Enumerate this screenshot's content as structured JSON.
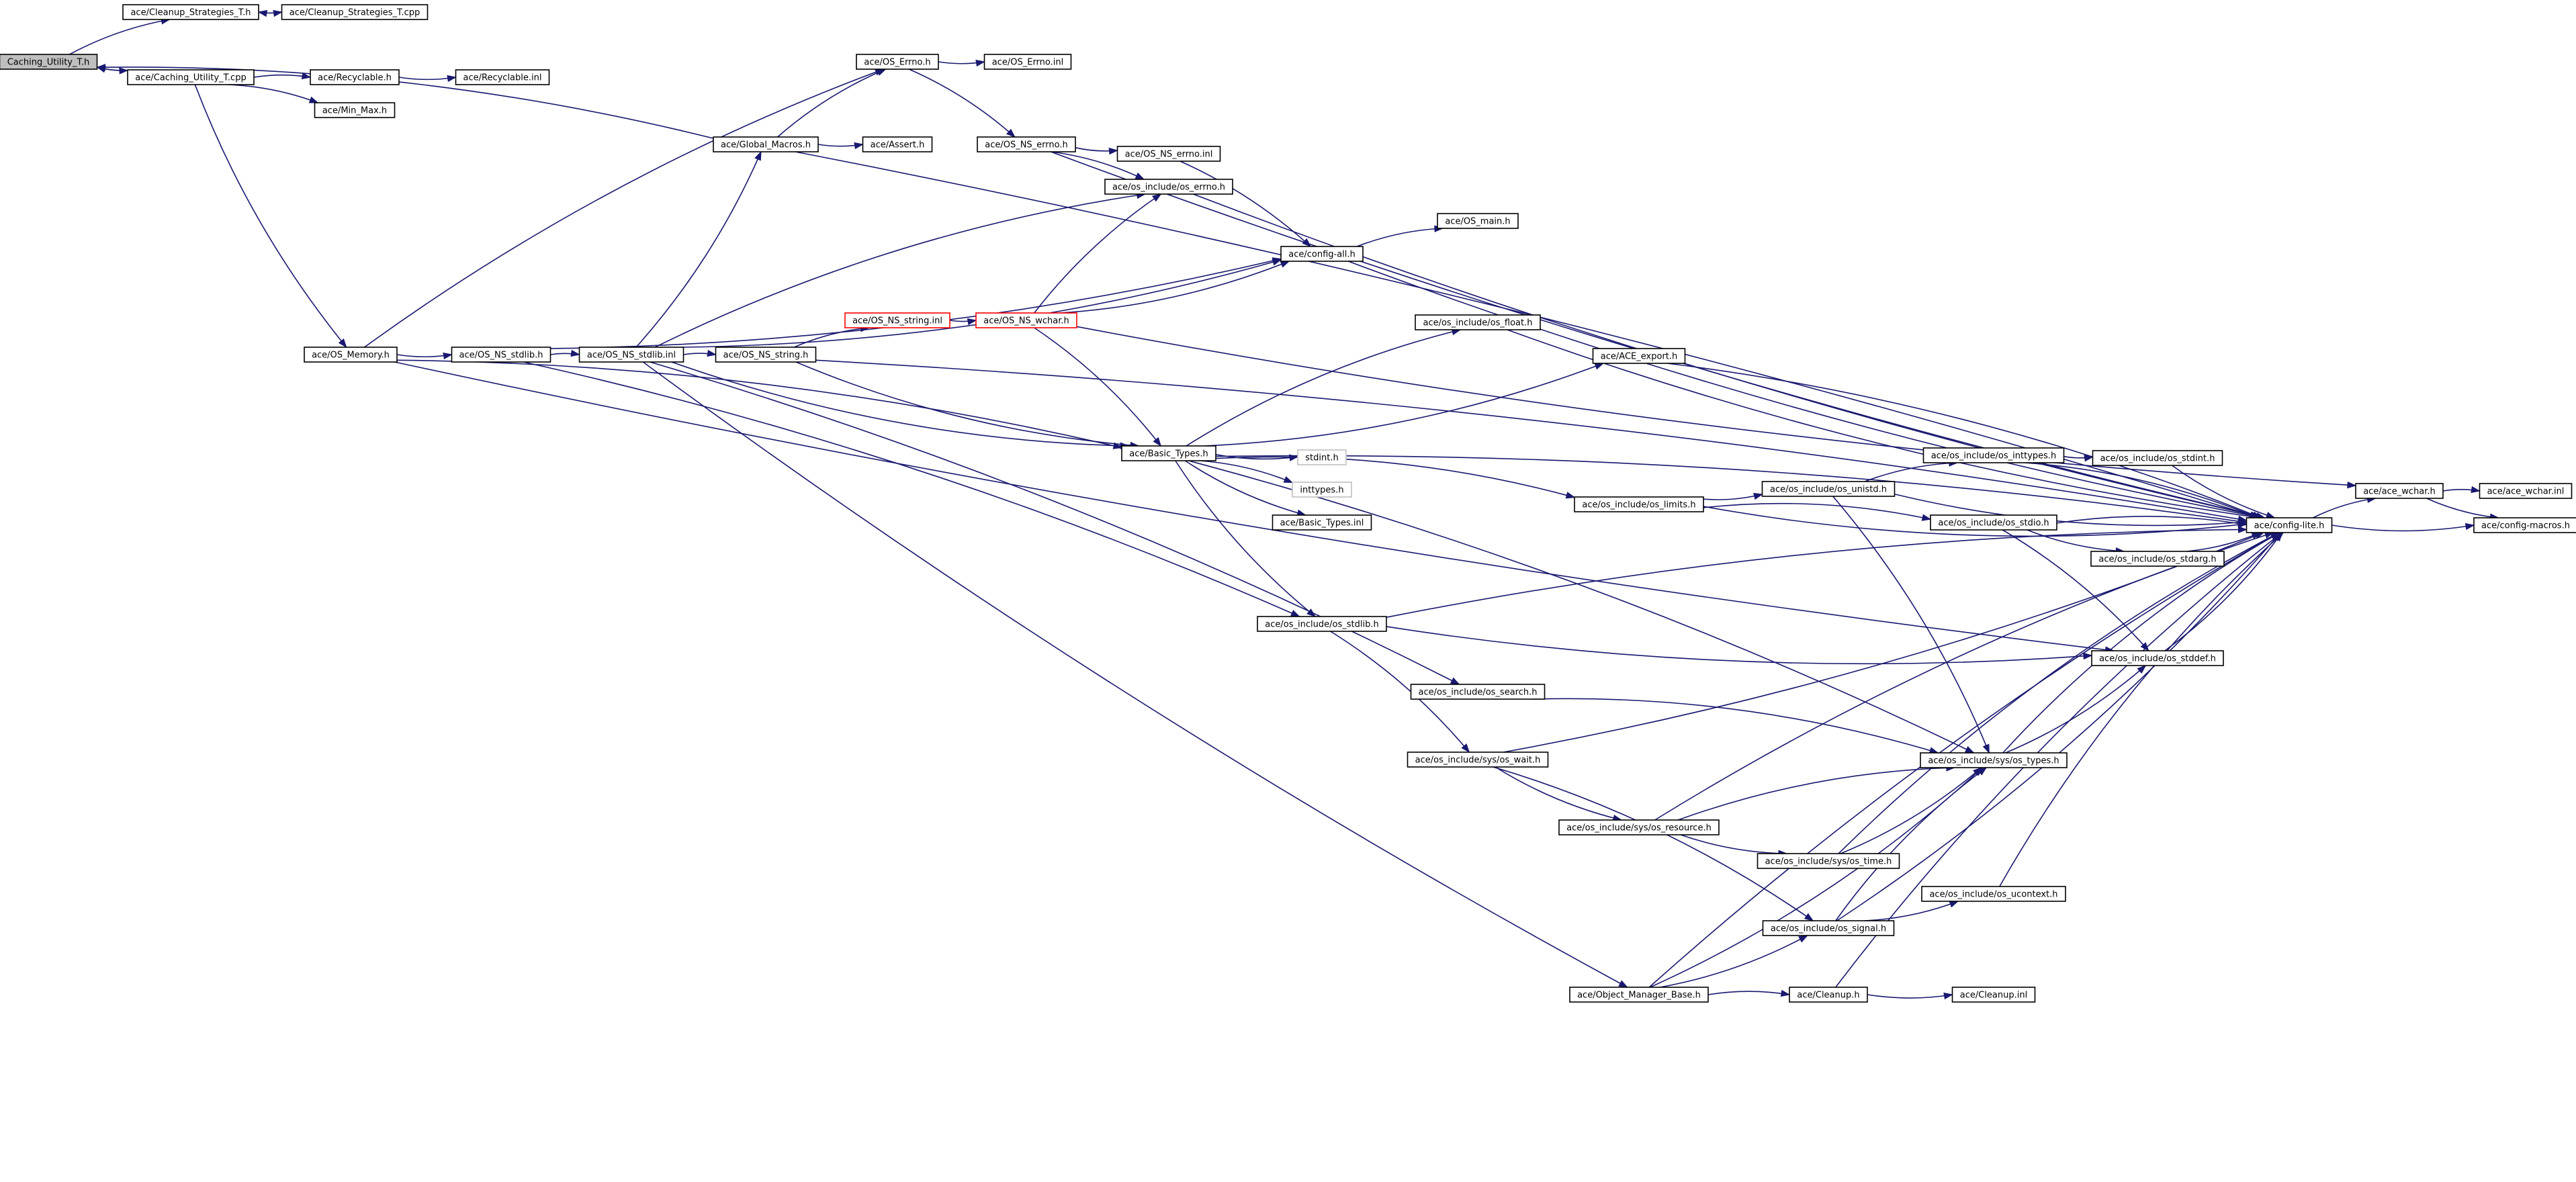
{
  "graph": {
    "nodes": [
      {
        "id": "caching_utility_t_h",
        "label": "Caching_Utility_T.h",
        "style": "root"
      },
      {
        "id": "cleanup_strategies_t_h",
        "label": "ace/Cleanup_Strategies_T.h"
      },
      {
        "id": "cleanup_strategies_t_cpp",
        "label": "ace/Cleanup_Strategies_T.cpp"
      },
      {
        "id": "caching_utility_t_cpp",
        "label": "ace/Caching_Utility_T.cpp"
      },
      {
        "id": "recyclable_h",
        "label": "ace/Recyclable.h"
      },
      {
        "id": "recyclable_inl",
        "label": "ace/Recyclable.inl"
      },
      {
        "id": "min_max_h",
        "label": "ace/Min_Max.h"
      },
      {
        "id": "os_errno_h",
        "label": "ace/OS_Errno.h"
      },
      {
        "id": "os_errno_inl",
        "label": "ace/OS_Errno.inl"
      },
      {
        "id": "global_macros_h",
        "label": "ace/Global_Macros.h"
      },
      {
        "id": "assert_h",
        "label": "ace/Assert.h"
      },
      {
        "id": "os_ns_errno_h",
        "label": "ace/OS_NS_errno.h"
      },
      {
        "id": "os_ns_errno_inl",
        "label": "ace/OS_NS_errno.inl"
      },
      {
        "id": "os_include_os_errno_h",
        "label": "ace/os_include/os_errno.h"
      },
      {
        "id": "os_main_h",
        "label": "ace/OS_main.h"
      },
      {
        "id": "config_all_h",
        "label": "ace/config-all.h"
      },
      {
        "id": "os_ns_string_inl",
        "label": "ace/OS_NS_string.inl",
        "style": "red"
      },
      {
        "id": "os_ns_wchar_h",
        "label": "ace/OS_NS_wchar.h",
        "style": "red"
      },
      {
        "id": "os_include_os_float_h",
        "label": "ace/os_include/os_float.h"
      },
      {
        "id": "ace_export_h",
        "label": "ace/ACE_export.h"
      },
      {
        "id": "os_memory_h",
        "label": "ace/OS_Memory.h"
      },
      {
        "id": "os_ns_stdlib_h",
        "label": "ace/OS_NS_stdlib.h"
      },
      {
        "id": "os_ns_stdlib_inl",
        "label": "ace/OS_NS_stdlib.inl"
      },
      {
        "id": "os_ns_string_h",
        "label": "ace/OS_NS_string.h"
      },
      {
        "id": "basic_types_h",
        "label": "ace/Basic_Types.h"
      },
      {
        "id": "stdint_h",
        "label": "stdint.h",
        "style": "dim"
      },
      {
        "id": "inttypes_h",
        "label": "inttypes.h",
        "style": "dim"
      },
      {
        "id": "basic_types_inl",
        "label": "ace/Basic_Types.inl"
      },
      {
        "id": "os_include_os_inttypes_h",
        "label": "ace/os_include/os_inttypes.h"
      },
      {
        "id": "os_include_os_stdint_h",
        "label": "ace/os_include/os_stdint.h"
      },
      {
        "id": "os_include_os_limits_h",
        "label": "ace/os_include/os_limits.h"
      },
      {
        "id": "os_include_os_unistd_h",
        "label": "ace/os_include/os_unistd.h"
      },
      {
        "id": "os_include_os_stdio_h",
        "label": "ace/os_include/os_stdio.h"
      },
      {
        "id": "os_include_os_stdarg_h",
        "label": "ace/os_include/os_stdarg.h"
      },
      {
        "id": "config_lite_h",
        "label": "ace/config-lite.h"
      },
      {
        "id": "ace_wchar_h",
        "label": "ace/ace_wchar.h"
      },
      {
        "id": "ace_wchar_inl",
        "label": "ace/ace_wchar.inl"
      },
      {
        "id": "config_macros_h",
        "label": "ace/config-macros.h"
      },
      {
        "id": "os_include_os_stdlib_h",
        "label": "ace/os_include/os_stdlib.h"
      },
      {
        "id": "os_include_os_stddef_h",
        "label": "ace/os_include/os_stddef.h"
      },
      {
        "id": "os_include_os_search_h",
        "label": "ace/os_include/os_search.h"
      },
      {
        "id": "os_include_sys_os_wait_h",
        "label": "ace/os_include/sys/os_wait.h"
      },
      {
        "id": "os_include_sys_os_types_h",
        "label": "ace/os_include/sys/os_types.h"
      },
      {
        "id": "os_include_sys_os_resource_h",
        "label": "ace/os_include/sys/os_resource.h"
      },
      {
        "id": "os_include_sys_os_time_h",
        "label": "ace/os_include/sys/os_time.h"
      },
      {
        "id": "os_include_os_ucontext_h",
        "label": "ace/os_include/os_ucontext.h"
      },
      {
        "id": "os_include_os_signal_h",
        "label": "ace/os_include/os_signal.h"
      },
      {
        "id": "object_manager_base_h",
        "label": "ace/Object_Manager_Base.h"
      },
      {
        "id": "cleanup_h",
        "label": "ace/Cleanup.h"
      },
      {
        "id": "cleanup_inl",
        "label": "ace/Cleanup.inl"
      }
    ],
    "edges": [
      [
        "caching_utility_t_h",
        "cleanup_strategies_t_h"
      ],
      [
        "cleanup_strategies_t_h",
        "cleanup_strategies_t_cpp"
      ],
      [
        "cleanup_strategies_t_cpp",
        "cleanup_strategies_t_h"
      ],
      [
        "caching_utility_t_h",
        "caching_utility_t_cpp"
      ],
      [
        "caching_utility_t_cpp",
        "caching_utility_t_h"
      ],
      [
        "global_macros_h",
        "caching_utility_t_h"
      ],
      [
        "caching_utility_t_cpp",
        "recyclable_h"
      ],
      [
        "recyclable_h",
        "recyclable_inl"
      ],
      [
        "caching_utility_t_cpp",
        "min_max_h"
      ],
      [
        "caching_utility_t_cpp",
        "os_memory_h"
      ],
      [
        "global_macros_h",
        "os_errno_h"
      ],
      [
        "global_macros_h",
        "assert_h"
      ],
      [
        "global_macros_h",
        "config_lite_h"
      ],
      [
        "os_errno_h",
        "os_errno_inl"
      ],
      [
        "os_errno_h",
        "os_ns_errno_h"
      ],
      [
        "os_ns_errno_h",
        "os_ns_errno_inl"
      ],
      [
        "os_ns_errno_h",
        "os_include_os_errno_h"
      ],
      [
        "os_ns_errno_h",
        "config_lite_h"
      ],
      [
        "os_ns_errno_inl",
        "config_all_h"
      ],
      [
        "os_include_os_errno_h",
        "config_lite_h"
      ],
      [
        "config_all_h",
        "os_main_h"
      ],
      [
        "config_all_h",
        "config_lite_h"
      ],
      [
        "os_memory_h",
        "os_errno_h"
      ],
      [
        "os_memory_h",
        "os_ns_stdlib_h"
      ],
      [
        "os_memory_h",
        "basic_types_h"
      ],
      [
        "os_memory_h",
        "os_include_os_stddef_h"
      ],
      [
        "os_ns_stdlib_h",
        "os_ns_stdlib_inl"
      ],
      [
        "os_ns_stdlib_h",
        "config_all_h"
      ],
      [
        "os_ns_stdlib_h",
        "os_include_os_stdlib_h"
      ],
      [
        "os_ns_stdlib_inl",
        "global_macros_h"
      ],
      [
        "os_ns_stdlib_inl",
        "os_include_os_errno_h"
      ],
      [
        "os_ns_stdlib_inl",
        "config_all_h"
      ],
      [
        "os_ns_stdlib_inl",
        "os_ns_string_h"
      ],
      [
        "os_ns_stdlib_inl",
        "basic_types_h"
      ],
      [
        "os_ns_stdlib_inl",
        "os_include_os_search_h"
      ],
      [
        "os_ns_stdlib_inl",
        "object_manager_base_h"
      ],
      [
        "os_ns_string_h",
        "os_ns_string_inl"
      ],
      [
        "os_ns_string_h",
        "basic_types_h"
      ],
      [
        "os_ns_string_h",
        "config_lite_h"
      ],
      [
        "os_ns_string_inl",
        "os_ns_wchar_h"
      ],
      [
        "os_ns_wchar_h",
        "os_include_os_errno_h"
      ],
      [
        "os_ns_wchar_h",
        "config_all_h"
      ],
      [
        "os_ns_wchar_h",
        "basic_types_h"
      ],
      [
        "os_ns_wchar_h",
        "ace_wchar_h"
      ],
      [
        "basic_types_h",
        "os_include_os_float_h"
      ],
      [
        "basic_types_h",
        "ace_export_h"
      ],
      [
        "basic_types_h",
        "config_lite_h"
      ],
      [
        "basic_types_h",
        "stdint_h"
      ],
      [
        "basic_types_h",
        "inttypes_h"
      ],
      [
        "basic_types_h",
        "basic_types_inl"
      ],
      [
        "basic_types_h",
        "os_include_os_limits_h"
      ],
      [
        "basic_types_h",
        "os_include_os_stdlib_h"
      ],
      [
        "basic_types_h",
        "os_include_sys_os_types_h"
      ],
      [
        "os_include_os_float_h",
        "config_lite_h"
      ],
      [
        "ace_export_h",
        "config_lite_h"
      ],
      [
        "os_include_os_limits_h",
        "os_include_os_unistd_h"
      ],
      [
        "os_include_os_limits_h",
        "os_include_os_stdio_h"
      ],
      [
        "os_include_os_limits_h",
        "config_lite_h"
      ],
      [
        "os_include_os_unistd_h",
        "os_include_os_inttypes_h"
      ],
      [
        "os_include_os_unistd_h",
        "config_lite_h"
      ],
      [
        "os_include_os_unistd_h",
        "os_include_sys_os_types_h"
      ],
      [
        "os_include_os_inttypes_h",
        "os_include_os_stdint_h"
      ],
      [
        "os_include_os_inttypes_h",
        "config_lite_h"
      ],
      [
        "os_include_os_stdint_h",
        "config_lite_h"
      ],
      [
        "os_include_os_stdio_h",
        "config_lite_h"
      ],
      [
        "os_include_os_stdio_h",
        "os_include_os_stdarg_h"
      ],
      [
        "os_include_os_stdio_h",
        "os_include_os_stddef_h"
      ],
      [
        "os_include_os_stdarg_h",
        "config_lite_h"
      ],
      [
        "config_lite_h",
        "ace_wchar_h"
      ],
      [
        "config_lite_h",
        "config_macros_h"
      ],
      [
        "ace_wchar_h",
        "ace_wchar_inl"
      ],
      [
        "ace_wchar_h",
        "config_macros_h"
      ],
      [
        "os_include_os_stdlib_h",
        "config_lite_h"
      ],
      [
        "os_include_os_stdlib_h",
        "os_include_os_stddef_h"
      ],
      [
        "os_include_os_stdlib_h",
        "os_include_sys_os_wait_h"
      ],
      [
        "os_include_os_stddef_h",
        "config_lite_h"
      ],
      [
        "os_include_os_search_h",
        "os_include_sys_os_types_h"
      ],
      [
        "os_include_sys_os_types_h",
        "os_include_os_stddef_h"
      ],
      [
        "os_include_sys_os_types_h",
        "config_lite_h"
      ],
      [
        "os_include_sys_os_wait_h",
        "os_include_sys_os_resource_h"
      ],
      [
        "os_include_sys_os_wait_h",
        "os_include_os_signal_h"
      ],
      [
        "os_include_sys_os_wait_h",
        "config_lite_h"
      ],
      [
        "os_include_sys_os_resource_h",
        "os_include_sys_os_types_h"
      ],
      [
        "os_include_sys_os_resource_h",
        "os_include_sys_os_time_h"
      ],
      [
        "os_include_sys_os_resource_h",
        "config_lite_h"
      ],
      [
        "os_include_sys_os_time_h",
        "os_include_sys_os_types_h"
      ],
      [
        "os_include_sys_os_time_h",
        "config_lite_h"
      ],
      [
        "os_include_os_signal_h",
        "os_include_os_ucontext_h"
      ],
      [
        "os_include_os_signal_h",
        "os_include_sys_os_types_h"
      ],
      [
        "os_include_os_signal_h",
        "config_lite_h"
      ],
      [
        "os_include_os_ucontext_h",
        "config_lite_h"
      ],
      [
        "object_manager_base_h",
        "os_include_os_signal_h"
      ],
      [
        "object_manager_base_h",
        "cleanup_h"
      ],
      [
        "object_manager_base_h",
        "os_include_sys_os_types_h"
      ],
      [
        "object_manager_base_h",
        "config_lite_h"
      ],
      [
        "cleanup_h",
        "cleanup_inl"
      ],
      [
        "cleanup_h",
        "config_lite_h"
      ]
    ]
  },
  "colors": {
    "edge": "#191970",
    "node_border": "#000000",
    "root_fill": "#bfbfbf",
    "highlight_border": "#ff0000",
    "dim_border": "#bfbfbf"
  }
}
